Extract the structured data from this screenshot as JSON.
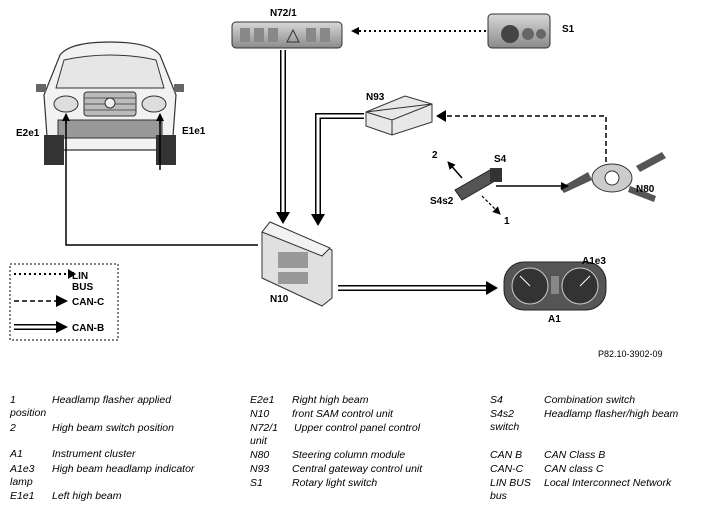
{
  "labels": {
    "n72_1": "N72/1",
    "s1": "S1",
    "n93": "N93",
    "s4": "S4",
    "s4s2": "S4s2",
    "pos2": "2",
    "pos1": "1",
    "n80": "N80",
    "e2e1": "E2e1",
    "e1e1": "E1e1",
    "n10": "N10",
    "a1": "A1",
    "a1e3": "A1e3"
  },
  "bus_legend": {
    "lin": "LIN",
    "lin2": "BUS",
    "canc": "CAN-C",
    "canb": "CAN-B"
  },
  "figure_ref": "P82.10-3902-09",
  "legend": {
    "col1": [
      {
        "key": "1",
        "desc": "Headlamp flasher applied",
        "wrap": "position"
      },
      {
        "key": "2",
        "desc": "High beam switch position",
        "wrap": ""
      },
      {
        "key": "A1",
        "desc": "Instrument cluster",
        "wrap": ""
      },
      {
        "key": "A1e3",
        "desc": "High beam headlamp indicator",
        "wrap": "lamp"
      },
      {
        "key": "E1e1",
        "desc": "Left high beam",
        "wrap": ""
      }
    ],
    "col2": [
      {
        "key": "E2e1",
        "desc": "Right high beam",
        "wrap": ""
      },
      {
        "key": "N10",
        "desc": "front SAM control unit",
        "wrap": ""
      },
      {
        "key": "N72/1",
        "desc": "Upper control panel control",
        "wrap": "unit"
      },
      {
        "key": "N80",
        "desc": "Steering column module",
        "wrap": ""
      },
      {
        "key": "N93",
        "desc": "Central gateway control unit",
        "wrap": ""
      },
      {
        "key": "S1",
        "desc": "Rotary light switch",
        "wrap": ""
      }
    ],
    "col3": [
      {
        "key": "S4",
        "desc": "Combination switch",
        "wrap": ""
      },
      {
        "key": "S4s2",
        "desc": "Headlamp flasher/high beam",
        "wrap": "switch"
      },
      {
        "key": "CAN B",
        "desc": "CAN Class B",
        "wrap": ""
      },
      {
        "key": "CAN-C",
        "desc": "CAN class C",
        "wrap": ""
      },
      {
        "key": "LIN BUS",
        "desc": "Local Interconnect Network",
        "wrap": "bus"
      }
    ]
  }
}
